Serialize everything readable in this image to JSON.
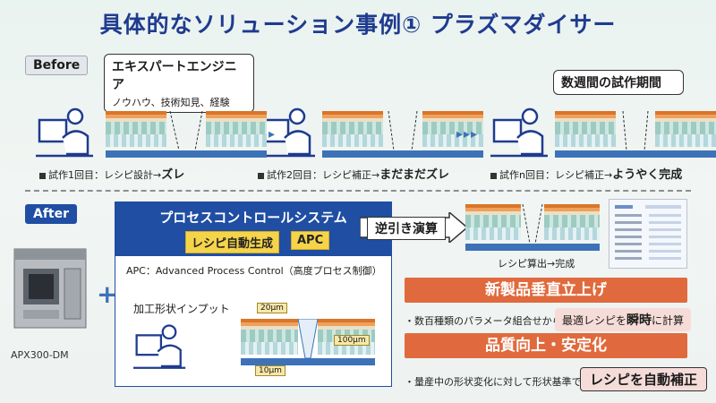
{
  "title": "具体的なソリューション事例① プラズマダイサー",
  "before": {
    "badge": "Before",
    "bubble_expert": {
      "title": "エキスパートエンジニア",
      "subtitle": "ノウハウ、技術知見、経験"
    },
    "bubble_weeks": {
      "title": "数週間の試作期間"
    },
    "trial1": {
      "prefix": "試作1回目：レシピ設計→",
      "bold": "ズレ"
    },
    "trial2": {
      "prefix": "試作2回目：レシピ補正→",
      "bold": "まだまだズレ"
    },
    "trialn": {
      "prefix": "試作n回目：レシピ補正→",
      "bold": "ようやく完成"
    },
    "dots": "▸▸▸"
  },
  "after": {
    "badge": "After",
    "machine_label": "APX300-DM",
    "plus": "+",
    "control_system": {
      "title": "プロセスコントロールシステム",
      "tag_recipe": "レシピ自動生成",
      "tag_apc": "APC",
      "apc_desc": "APC：Advanced Process Control（高度プロセス制御）",
      "shape_input": "加工形状インプット",
      "dims": {
        "d20": "20μm",
        "d100": "100μm",
        "d10": "10μm"
      }
    },
    "reverse_calc": "逆引き演算",
    "recipe_done": "レシピ算出→完成",
    "new_product": {
      "bar": "新製品垂直立上げ",
      "note": "・数百種類のパラメータ組合せから",
      "pill_prefix": "最適レシピを",
      "pill_em": "瞬時",
      "pill_suffix": "に計算"
    },
    "quality": {
      "bar": "品質向上・安定化",
      "note": "・量産中の形状変化に対して形状基準で",
      "pill": "レシピを自動補正"
    }
  },
  "colors": {
    "accent_blue": "#1f4ea3",
    "orange": "#e06a3d",
    "yellow": "#f6d44a",
    "title_blue": "#1f3b8f"
  }
}
